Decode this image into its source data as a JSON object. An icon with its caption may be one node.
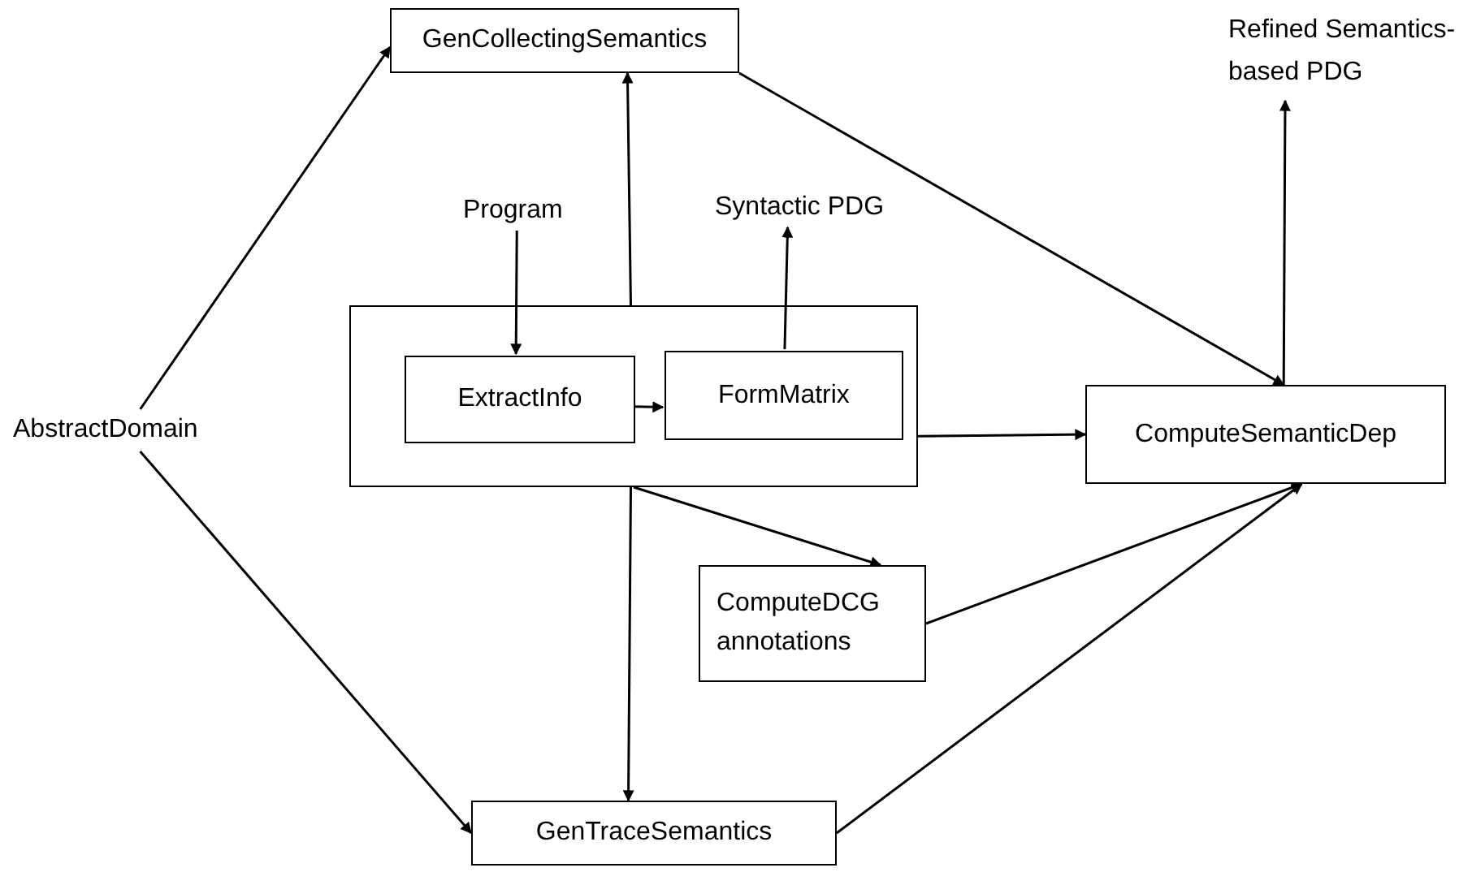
{
  "diagram": {
    "nodes": [
      {
        "text": [
          "AbstractDomain"
        ]
      },
      {
        "text": [
          "GenCollectingSemantics"
        ]
      },
      {
        "text": [
          "Program"
        ]
      },
      {
        "text": [
          "Syntactic PDG"
        ]
      },
      {
        "text": [
          "Refined Semantics- based PDG"
        ]
      },
      {
        "text": [],
        "shape": "box"
      },
      {
        "text": [
          "ExtractInfo"
        ],
        "in": 5
      },
      {
        "text": [
          "FormMatrix"
        ],
        "in": 5
      },
      {
        "text": [
          "ComputeSemanticDep"
        ]
      },
      {
        "text": [
          "ComputeDCG annotations"
        ]
      },
      {
        "text": [
          "GenTraceSemantics"
        ]
      }
    ],
    "edges": [
      {
        "from": 0,
        "to": 1,
        "arrow": "to"
      },
      {
        "from": 0,
        "to": 10,
        "arrow": "to"
      },
      {
        "from": 5,
        "to": 1,
        "arrow": "to"
      },
      {
        "from": 2,
        "to": 6,
        "arrow": "to"
      },
      {
        "from": 7,
        "to": 3,
        "arrow": "to"
      },
      {
        "from": 6,
        "to": 7,
        "arrow": "to"
      },
      {
        "from": 5,
        "to": 8,
        "arrow": "to"
      },
      {
        "from": 1,
        "to": 8,
        "arrow": "to"
      },
      {
        "from": 8,
        "to": 4,
        "arrow": "to"
      },
      {
        "from": 5,
        "to": 9,
        "arrow": "to"
      },
      {
        "from": 5,
        "to": 10,
        "arrow": "to"
      },
      {
        "from": 9,
        "to": 8,
        "arrow": "to"
      },
      {
        "from": 10,
        "to": 8,
        "arrow": "to"
      }
    ]
  }
}
